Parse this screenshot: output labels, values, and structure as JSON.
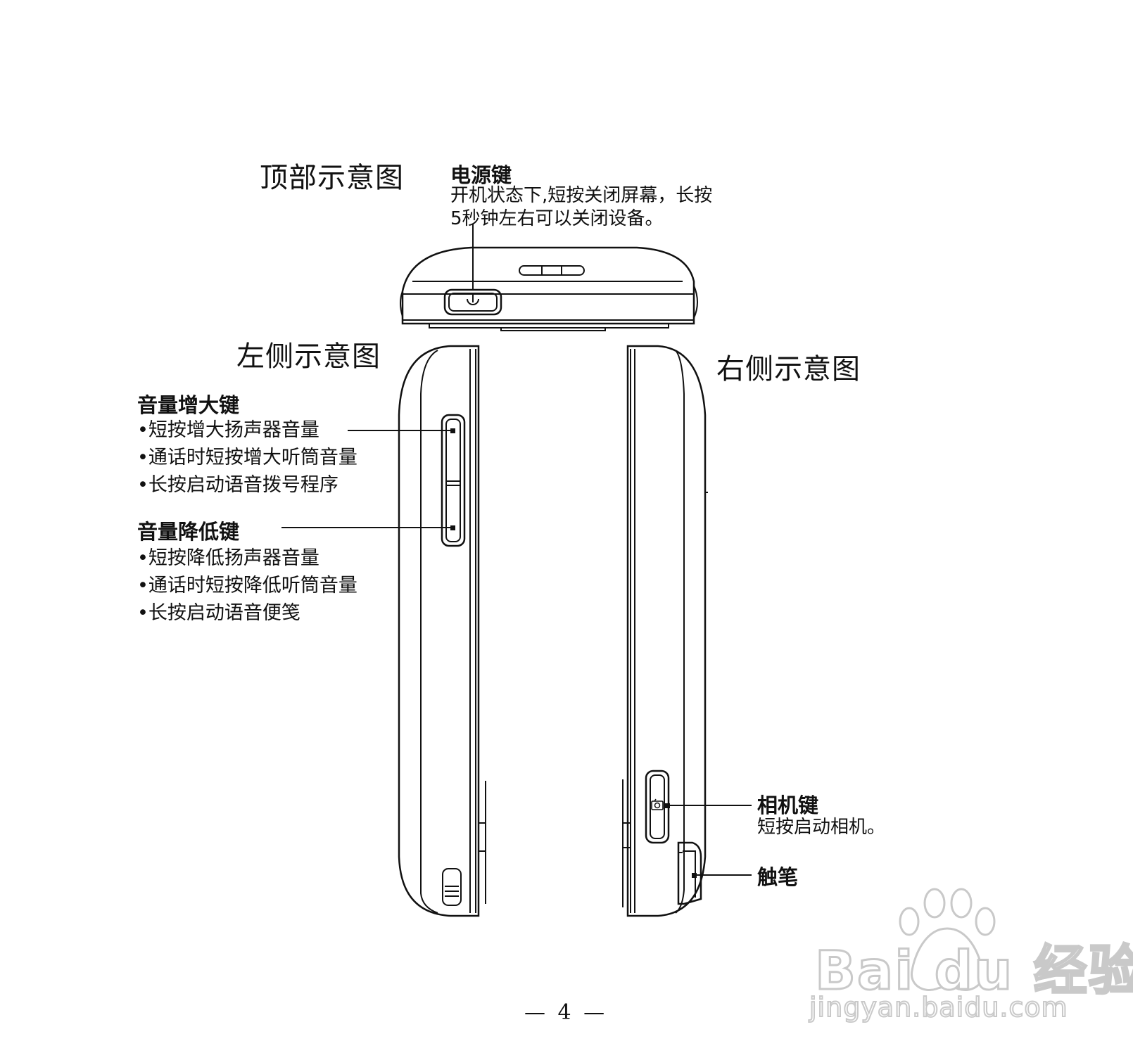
{
  "headings": {
    "top_view": "顶部示意图",
    "left_view": "左侧示意图",
    "right_view": "右侧示意图"
  },
  "power_key": {
    "title": "电源键",
    "desc_lines": [
      "开机状态下,短按关闭屏幕，长按",
      "5秒钟左右可以关闭设备。"
    ]
  },
  "volume_up_key": {
    "title": "音量增大键",
    "bullets": [
      "•短按增大扬声器音量",
      "•通话时短按增大听筒音量",
      "•长按启动语音拨号程序"
    ]
  },
  "volume_down_key": {
    "title": "音量降低键",
    "bullets": [
      "•短按降低扬声器音量",
      "•通话时短按降低听筒音量",
      "•长按启动语音便笺"
    ]
  },
  "camera_key": {
    "title": "相机键",
    "desc": "短按启动相机。"
  },
  "stylus": {
    "title": "触笔"
  },
  "page_number": "— 4 —",
  "watermark": {
    "brand": "Bai du 经验",
    "url": "jingyan.baidu.com"
  },
  "icons": [
    "power-icon",
    "camera-icon",
    "baidu-paw-logo"
  ]
}
